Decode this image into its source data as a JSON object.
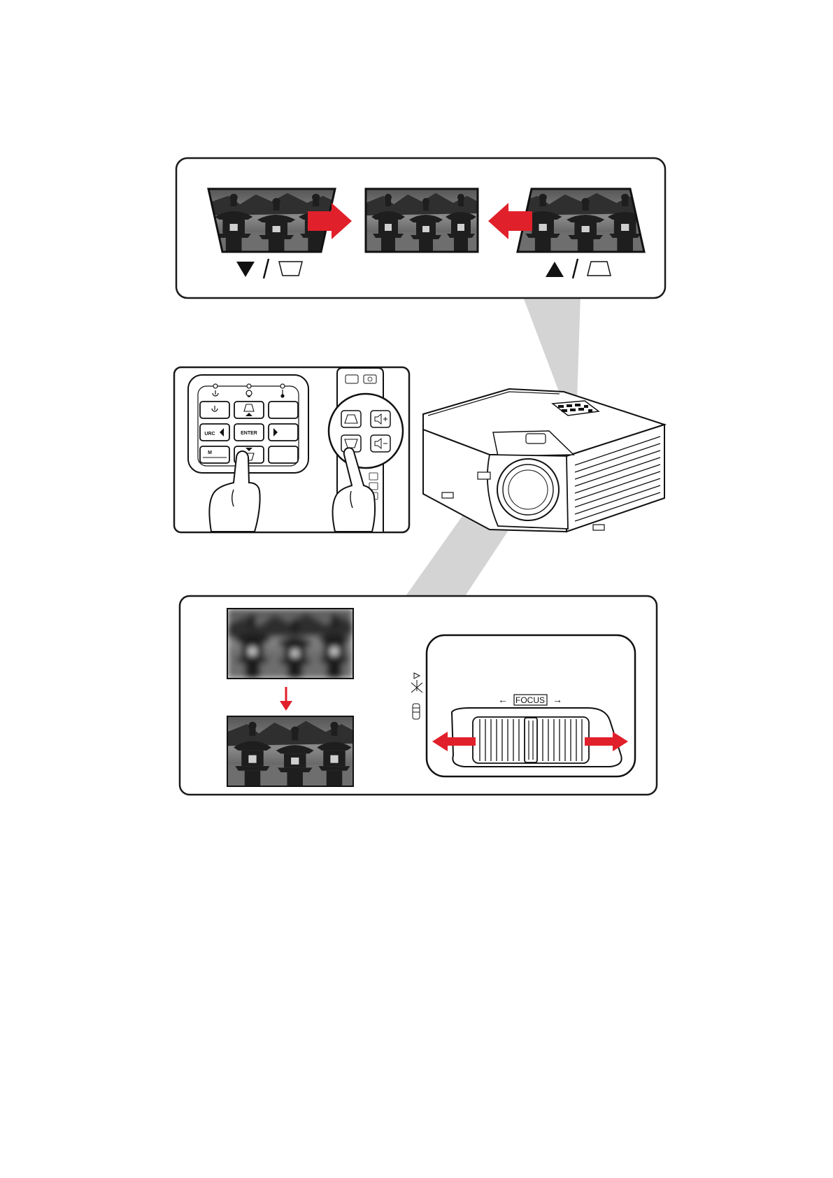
{
  "keypad": {
    "urc_label": "URC",
    "enter_label": "ENTER",
    "menu_label": "M"
  },
  "focus_ring": {
    "label": "FOCUS",
    "left_arrow": "←",
    "right_arrow": "→"
  },
  "colors": {
    "arrow_red": "#e0202a",
    "outline": "#1a1a1a",
    "beam_gray": "#d4d4d4"
  }
}
